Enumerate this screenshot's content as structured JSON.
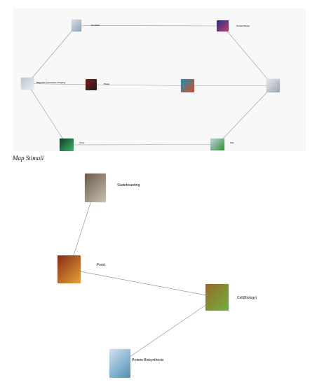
{
  "caption": "Map Stimuli",
  "colors": {
    "link": "#9a9a9a",
    "panel_a_bg": "#f8f8f8",
    "panel_b_bg": "#ffffff"
  },
  "map_a": {
    "nodes": [
      {
        "id": "a1",
        "title": "Hospital",
        "desc": "",
        "icon": "hospital-building-photo",
        "colors": [
          "#d9dfe6",
          "#8aa3b8"
        ]
      },
      {
        "id": "a2",
        "title": "United States",
        "desc": "",
        "icon": "us-map-photo",
        "colors": [
          "#2b2f8f",
          "#c23a6c"
        ]
      },
      {
        "id": "a3",
        "title": "Magnetic resonance imaging",
        "desc": "",
        "icon": "mri-machine-photo",
        "colors": [
          "#b9c6cf",
          "#e8eef2"
        ]
      },
      {
        "id": "a4",
        "title": "Pasta",
        "desc": "",
        "icon": "food-photo",
        "colors": [
          "#7b1b1b",
          "#1e1e1e"
        ]
      },
      {
        "id": "a5",
        "title": "",
        "desc": "",
        "icon": "flower-field-photo",
        "colors": [
          "#1c8fb0",
          "#d84a2a"
        ]
      },
      {
        "id": "a6",
        "title": "",
        "desc": "",
        "icon": "skier-photo",
        "colors": [
          "#e6e9ec",
          "#9aa4ad"
        ]
      },
      {
        "id": "a7",
        "title": "Virus",
        "desc": "",
        "icon": "virus-photo",
        "colors": [
          "#0e3d2a",
          "#3fb56a"
        ]
      },
      {
        "id": "a8",
        "title": "Iran",
        "desc": "",
        "icon": "iran-flag-photo",
        "colors": [
          "#c8d2dc",
          "#2f8f3a"
        ]
      }
    ],
    "links": [
      [
        "a3",
        "a1"
      ],
      [
        "a1",
        "a2"
      ],
      [
        "a2",
        "a6"
      ],
      [
        "a3",
        "a4"
      ],
      [
        "a4",
        "a5"
      ],
      [
        "a5",
        "a6"
      ],
      [
        "a3",
        "a7"
      ],
      [
        "a7",
        "a8"
      ],
      [
        "a8",
        "a6"
      ]
    ]
  },
  "map_b": {
    "nodes": [
      {
        "id": "b1",
        "title": "Skateboarding",
        "desc": "",
        "icon": "skateboarding-photo",
        "colors": [
          "#6b5a4a",
          "#c9bfb2"
        ]
      },
      {
        "id": "b2",
        "title": "Food",
        "desc": "",
        "icon": "food-bowls-photo",
        "colors": [
          "#8a2a12",
          "#e2a33a"
        ]
      },
      {
        "id": "b3",
        "title": "Cell(Biology)",
        "desc": "",
        "icon": "cell-illustration",
        "colors": [
          "#9a6a2a",
          "#6fb03c"
        ]
      },
      {
        "id": "b4",
        "title": "Protein Biosynthesis",
        "desc": "",
        "icon": "protein-synthesis-diagram",
        "colors": [
          "#cfe3ee",
          "#4e8fb6"
        ]
      }
    ],
    "links": [
      [
        "b1",
        "b2"
      ],
      [
        "b2",
        "b3"
      ],
      [
        "b3",
        "b4"
      ]
    ]
  }
}
